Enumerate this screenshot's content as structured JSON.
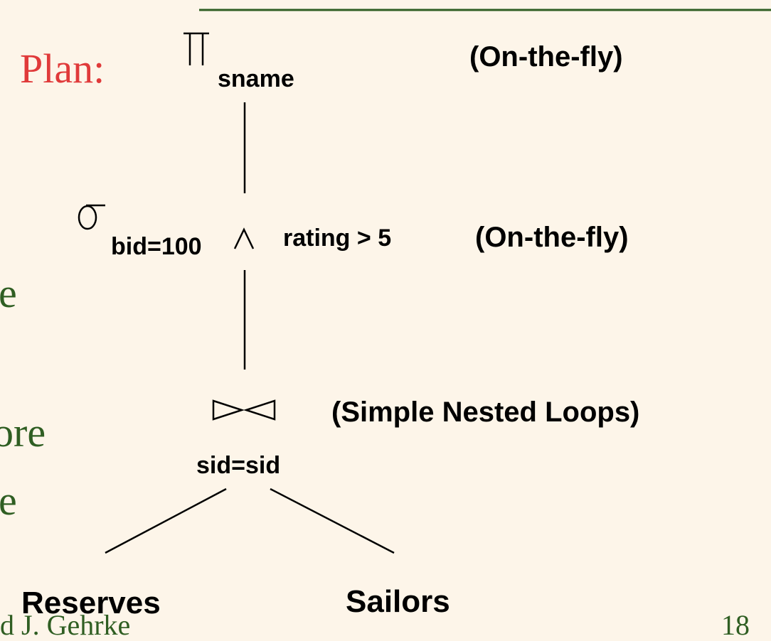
{
  "slide": {
    "title": "Plan:",
    "partial_left_text": [
      "e",
      "ore",
      "e"
    ],
    "footer_fragment": "d J. Gehrke",
    "page_number": "18"
  },
  "tree": {
    "projection": {
      "symbol": "π",
      "subscript": "sname",
      "annotation": "(On-the-fly)"
    },
    "selection": {
      "symbol": "σ",
      "subscript": "bid=100",
      "and_symbol": "∧",
      "condition": "rating > 5",
      "annotation": "(On-the-fly)"
    },
    "join": {
      "symbol": "⋈",
      "condition": "sid=sid",
      "annotation": "(Simple Nested Loops)"
    },
    "leaves": {
      "left": "Reserves",
      "right": "Sailors"
    }
  },
  "colors": {
    "background": "#fdf5e9",
    "title": "#e03a3a",
    "body_text": "#2f5e22",
    "rule": "#2f5e22"
  }
}
